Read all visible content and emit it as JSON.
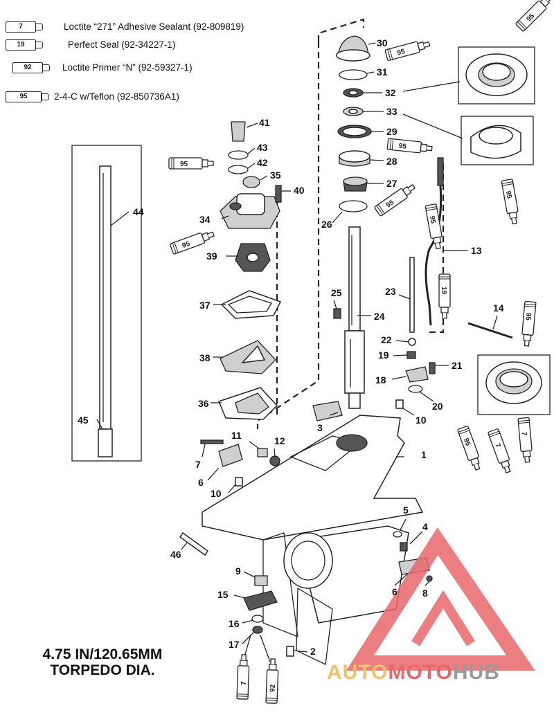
{
  "legend": [
    {
      "code": "7",
      "text": "Loctite “271” Adhesive Sealant (92-809819)"
    },
    {
      "code": "19",
      "text": "Perfect Seal (92-34227-1)"
    },
    {
      "code": "92",
      "text": "Loctite Primer “N” (92-59327-1)"
    },
    {
      "code": "95",
      "text": "2-4-C w/Teflon (92-850736A1)"
    }
  ],
  "tube_labels": {
    "t95": "95",
    "t19": "19",
    "t7": "7",
    "t92": "92"
  },
  "callouts": {
    "c30": "30",
    "c31": "31",
    "c32": "32",
    "c33": "33",
    "c29": "29",
    "c28": "28",
    "c27": "27",
    "c26": "26",
    "c41": "41",
    "c43": "43",
    "c42": "42",
    "c35": "35",
    "c40": "40",
    "c34": "34",
    "c39": "39",
    "c37": "37",
    "c38": "38",
    "c36": "36",
    "c44": "44",
    "c45": "45",
    "c13": "13",
    "c25": "25",
    "c24": "24",
    "c23": "23",
    "c14": "14",
    "c22": "22",
    "c19": "19",
    "c21": "21",
    "c18": "18",
    "c20": "20",
    "c10a": "10",
    "c3": "3",
    "c11": "11",
    "c12": "12",
    "c7": "7",
    "c6a": "6",
    "c10b": "10",
    "c1": "1",
    "c5": "5",
    "c4": "4",
    "c46": "46",
    "c9": "9",
    "c6b": "6",
    "c8": "8",
    "c15": "15",
    "c16": "16",
    "c17": "17",
    "c2": "2"
  },
  "footer": {
    "line1": "4.75 IN/120.65MM",
    "line2": "TORPEDO DIA."
  },
  "watermark": {
    "part1": "AUTO",
    "part2": "MOTO",
    "part3": "HUB",
    "color_yellow": "#f2c26b",
    "color_red": "#e9676b",
    "color_gray": "#9a9a9a"
  }
}
